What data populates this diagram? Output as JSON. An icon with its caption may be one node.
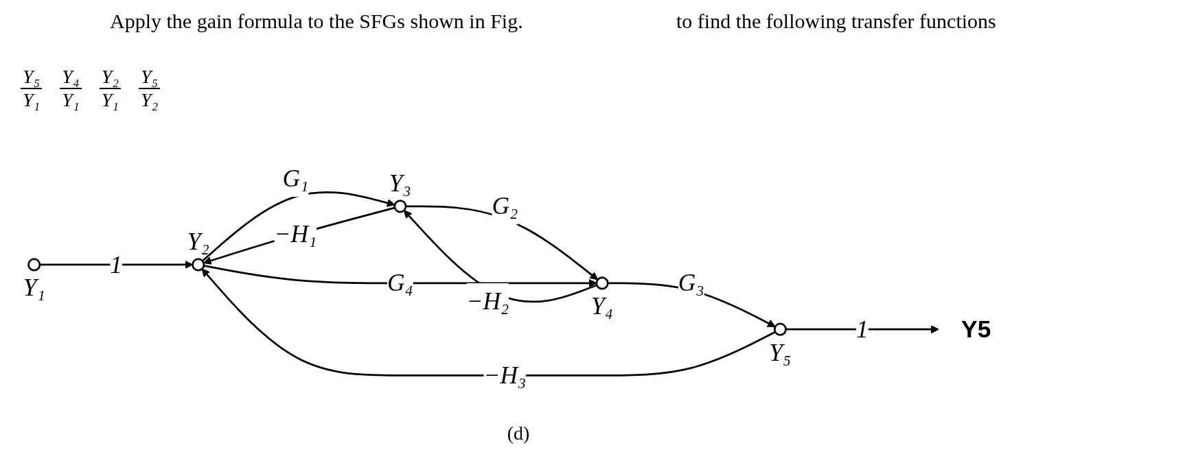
{
  "diagram": {
    "caption": "(d)",
    "nodes": [
      {
        "text": [],
        "shape": "circle",
        "beside": [
          "Y₁"
        ]
      },
      {
        "text": [],
        "shape": "circle",
        "beside": [
          "Y₂"
        ]
      },
      {
        "text": [],
        "shape": "circle",
        "beside": [
          "Y₃"
        ]
      },
      {
        "text": [],
        "shape": "circle",
        "beside": [
          "Y₄"
        ]
      },
      {
        "text": [],
        "shape": "circle",
        "beside": [
          "Y₅"
        ]
      },
      {
        "text": [
          "Y5"
        ]
      }
    ],
    "edges": [
      {
        "from": 0,
        "to": 1,
        "arrow": "to",
        "label": "1"
      },
      {
        "from": 1,
        "to": 2,
        "arrow": "to",
        "label": "G₁"
      },
      {
        "from": 2,
        "to": 3,
        "arrow": "to",
        "label": "G₂"
      },
      {
        "from": 3,
        "to": 4,
        "arrow": "to",
        "label": "G₃"
      },
      {
        "from": 4,
        "to": 5,
        "arrow": "to",
        "label": "1"
      },
      {
        "from": 1,
        "to": 3,
        "arrow": "to",
        "label": "G₄"
      },
      {
        "from": 2,
        "to": 1,
        "arrow": "to",
        "label": "−H₁"
      },
      {
        "from": 3,
        "to": 2,
        "arrow": "to",
        "label": "−H₂"
      },
      {
        "from": 4,
        "to": 1,
        "arrow": "to",
        "label": "−H₃"
      }
    ],
    "labels": [
      "Apply the gain formula to the SFGs shown in Fig.",
      "to find the following transfer functions",
      "Y₅",
      "Y₁",
      "Y₄",
      "Y₁",
      "Y₂",
      "Y₁",
      "Y₅",
      "Y₂"
    ]
  }
}
